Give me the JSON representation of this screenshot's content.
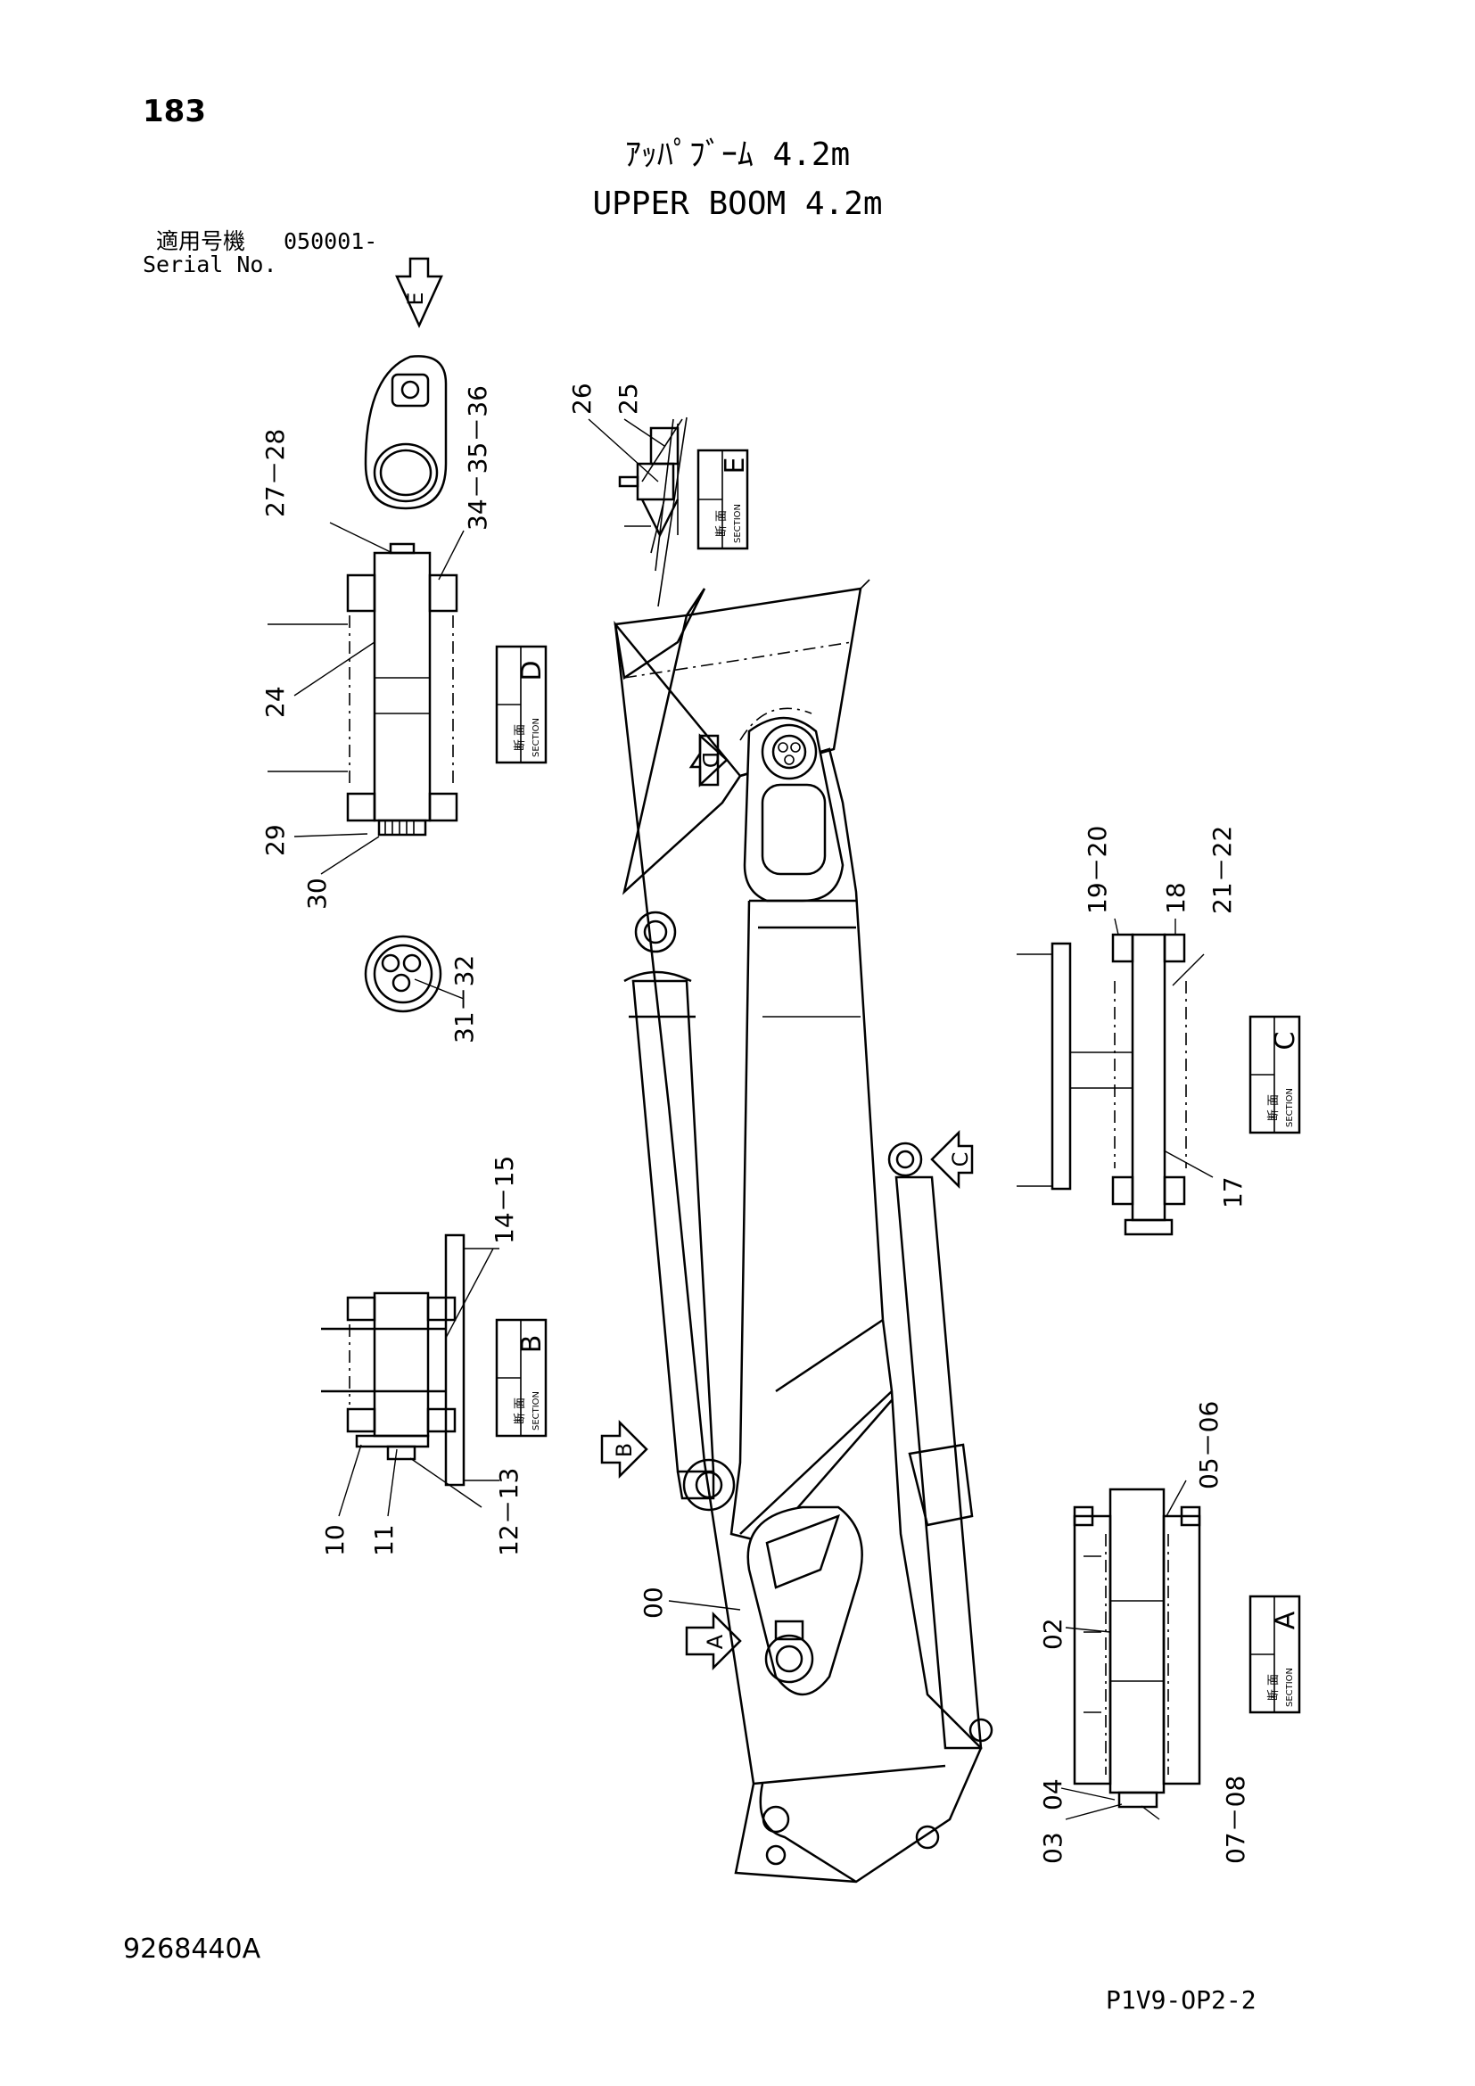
{
  "page": {
    "page_number": "183",
    "title_jp": "ｱｯﾊﾟﾌﾞｰﾑ 4.2m",
    "title_en": "UPPER BOOM 4.2m",
    "serial_label_jp": "適用号機",
    "serial_value": "050001-",
    "serial_label_en": "Serial No.",
    "document_number": "9268440A",
    "page_reference": "P1V9-OP2-2"
  },
  "sections": [
    {
      "letter": "A",
      "label_jp": "断 面",
      "label_en": "SECTION"
    },
    {
      "letter": "B",
      "label_jp": "断 面",
      "label_en": "SECTION"
    },
    {
      "letter": "C",
      "label_jp": "断 面",
      "label_en": "SECTION"
    },
    {
      "letter": "D",
      "label_jp": "断 面",
      "label_en": "SECTION"
    },
    {
      "letter": "E",
      "label_jp": "断 面",
      "label_en": "SECTION"
    }
  ],
  "view_arrows": [
    "A",
    "B",
    "C",
    "D",
    "E"
  ],
  "part_callouts": {
    "p00": "00",
    "p02": "02",
    "p03": "03",
    "p04": "04",
    "p05_06": "05－06",
    "p07_08": "07－08",
    "p10": "10",
    "p11": "11",
    "p12_13": "12－13",
    "p14_15": "14－15",
    "p17": "17",
    "p18": "18",
    "p19_20": "19－20",
    "p21_22": "21－22",
    "p24": "24",
    "p25": "25",
    "p26": "26",
    "p27_28": "27－28",
    "p29": "29",
    "p30": "30",
    "p31_32": "31－32",
    "p34_35_36": "34－35－36"
  }
}
